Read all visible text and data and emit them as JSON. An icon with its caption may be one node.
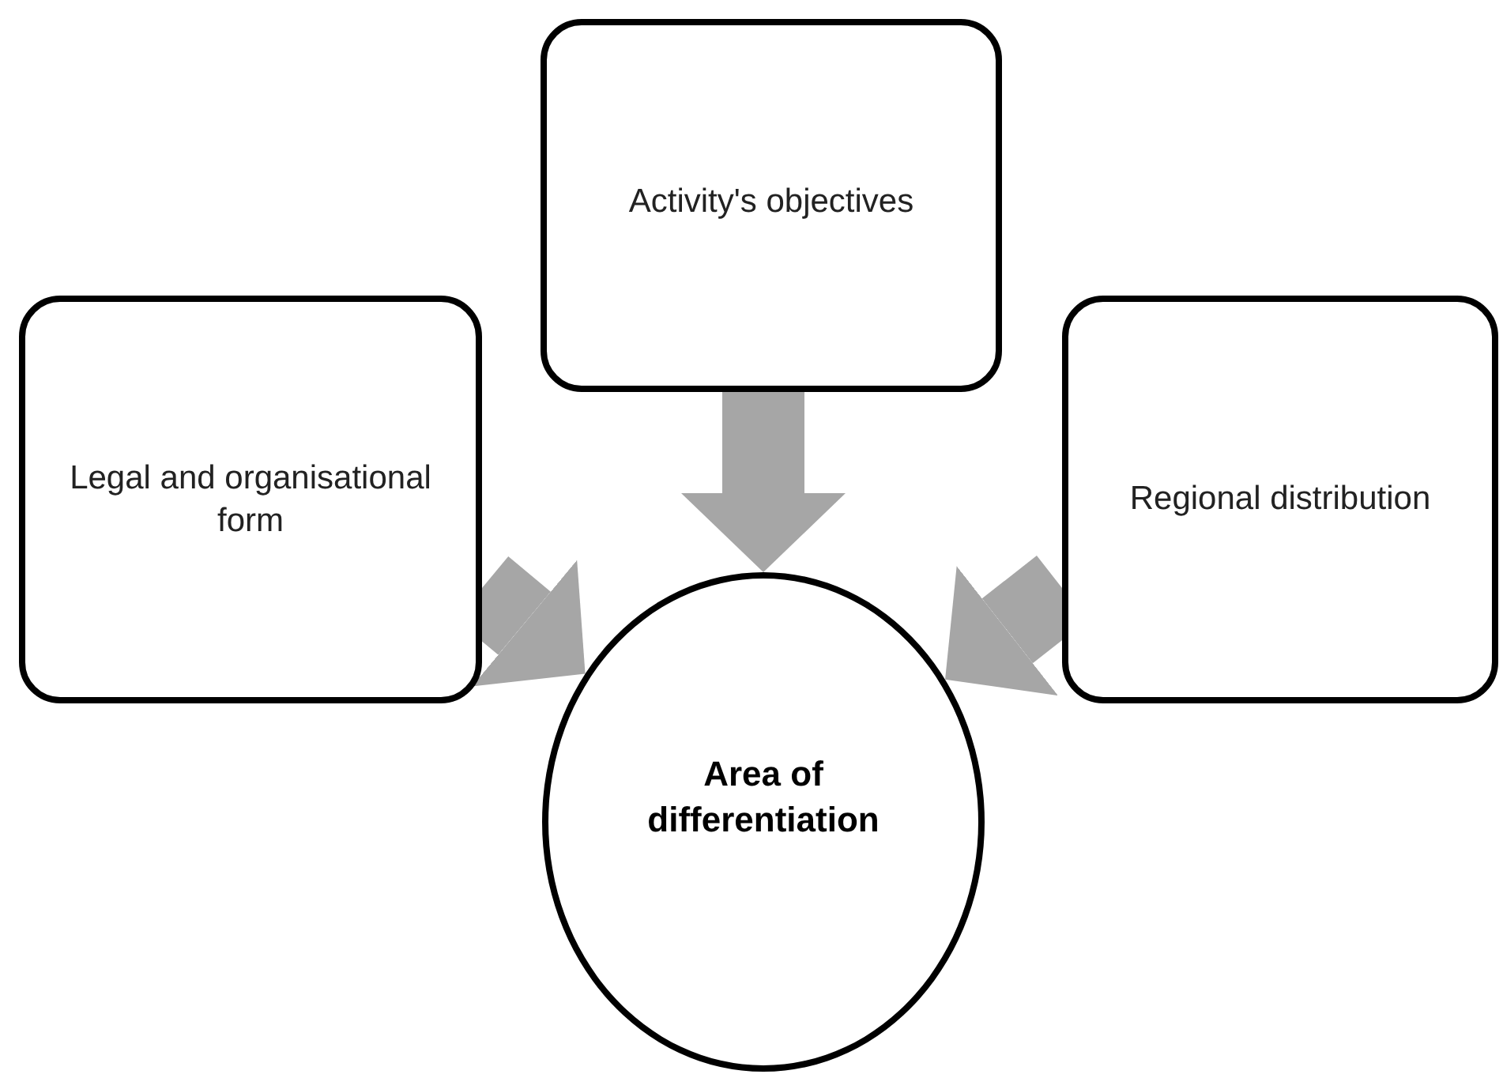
{
  "diagram": {
    "nodes": [
      {
        "text": [
          "Activity's objectives"
        ]
      },
      {
        "text": [
          "Legal and organisational form"
        ]
      },
      {
        "text": [
          "Regional distribution"
        ]
      },
      {
        "text": [
          "Area of differentiation"
        ]
      }
    ],
    "edges": [
      {
        "from": 0,
        "to": 3,
        "arrow": "to"
      },
      {
        "from": 1,
        "to": 3,
        "arrow": "to"
      },
      {
        "from": 2,
        "to": 3,
        "arrow": "to"
      }
    ]
  }
}
